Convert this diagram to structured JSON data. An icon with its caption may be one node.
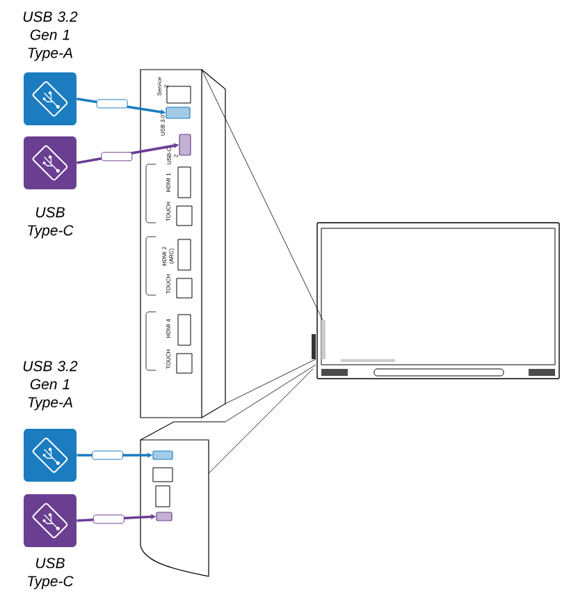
{
  "diagram": {
    "nodes": [
      {
        "text": [
          "USB 3.2 Gen 1 Type-A"
        ]
      },
      {
        "text": [
          "USB Type-C"
        ]
      },
      {
        "text": [
          "USB 3.2 Gen 1 Type-A"
        ]
      },
      {
        "text": [
          "USB Type-C"
        ]
      },
      {
        "text": [],
        "shape": "box"
      },
      {
        "text": [],
        "shape": "box"
      },
      {
        "text": [],
        "shape": "box"
      },
      {
        "text": [],
        "shape": "box"
      }
    ],
    "edges": [
      {
        "from": 0,
        "to": 4,
        "arrow": "to",
        "color": "#1b7cc0"
      },
      {
        "from": 1,
        "to": 5,
        "arrow": "to",
        "color": "#6a3f92"
      },
      {
        "from": 2,
        "to": 6,
        "arrow": "to",
        "color": "#1b7cc0"
      },
      {
        "from": 3,
        "to": 7,
        "arrow": "to",
        "color": "#6a3f92"
      }
    ],
    "labels": [
      "Service 2",
      "USB 3.0",
      "USB-C 2",
      "HDMI 1",
      "TOUCH",
      "HDMI 2 (ARC)",
      "TOUCH",
      "HDMI 4",
      "TOUCH"
    ]
  }
}
